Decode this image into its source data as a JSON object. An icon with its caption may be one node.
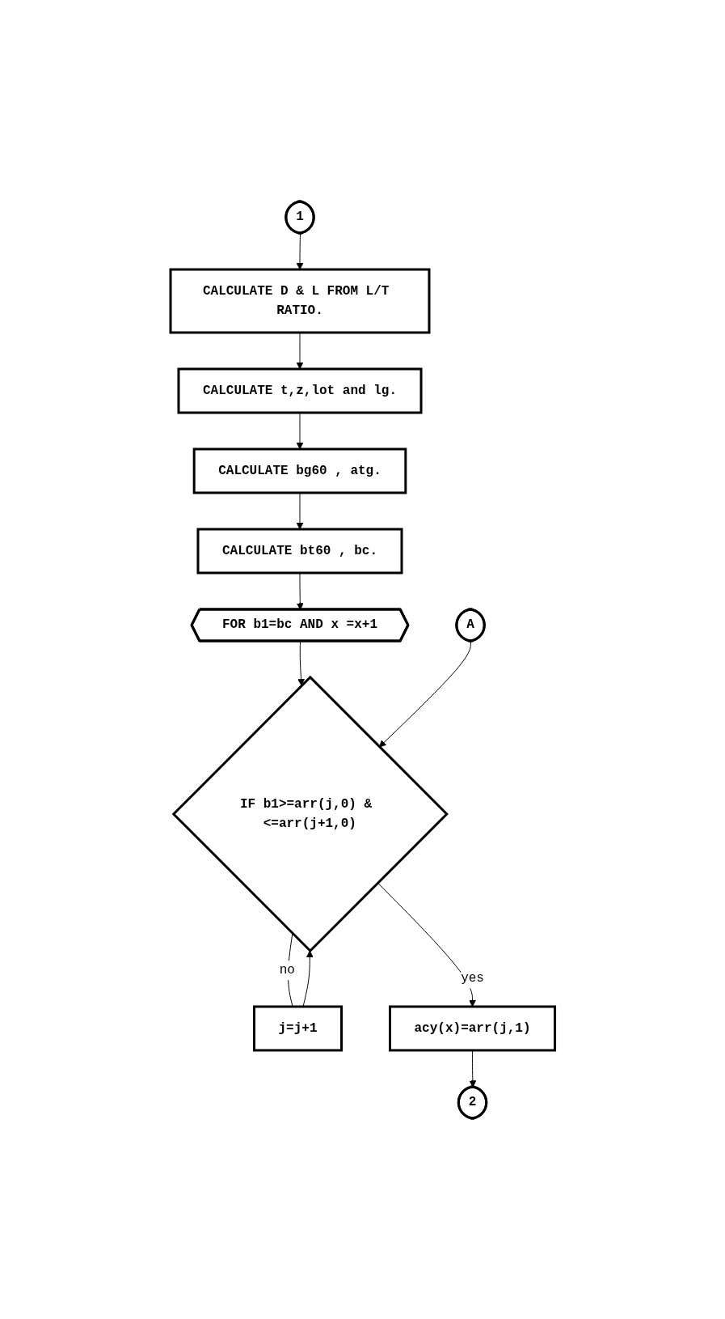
{
  "diagram": {
    "nodes": [
      {
        "text": [
          "1"
        ]
      },
      {
        "text": [
          "CALCULATE D & L FROM L/T RATIO."
        ]
      },
      {
        "text": [
          "CALCULATE t,z,lot and lg."
        ]
      },
      {
        "text": [
          "CALCULATE bg60 , atg."
        ]
      },
      {
        "text": [
          "CALCULATE bt60 , bc."
        ]
      },
      {
        "text": [
          "FOR b1=bc AND x =x+1"
        ]
      },
      {
        "text": [
          "A"
        ]
      },
      {
        "text": [
          "IF b1>=arr(j,0) & <=arr(j+1,0)"
        ]
      },
      {
        "text": [
          "j=j+1"
        ]
      },
      {
        "text": [
          "acy(x)=arr(j,1)"
        ]
      },
      {
        "text": [
          "2"
        ]
      }
    ],
    "edges": [
      {
        "from": 0,
        "to": 1,
        "arrow": "to"
      },
      {
        "from": 1,
        "to": 2,
        "arrow": "to"
      },
      {
        "from": 2,
        "to": 3,
        "arrow": "to"
      },
      {
        "from": 3,
        "to": 4,
        "arrow": "to"
      },
      {
        "from": 4,
        "to": 5,
        "arrow": "to"
      },
      {
        "from": 5,
        "to": 7,
        "arrow": "to"
      },
      {
        "from": 6,
        "to": 7,
        "arrow": "to"
      },
      {
        "from": 7,
        "to": 8,
        "arrow": "none",
        "label": "no"
      },
      {
        "from": 8,
        "to": 7,
        "arrow": "to"
      },
      {
        "from": 7,
        "to": 9,
        "arrow": "to",
        "label": "yes"
      },
      {
        "from": 9,
        "to": 10,
        "arrow": "to"
      }
    ]
  }
}
